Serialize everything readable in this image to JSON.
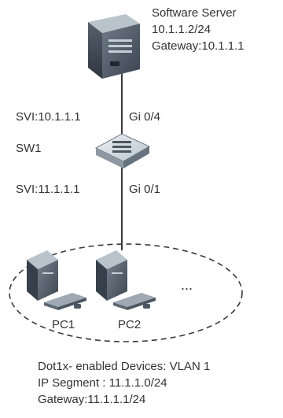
{
  "server": {
    "name": "Software Server",
    "ip": "10.1.1.2/24",
    "gateway": "Gateway:10.1.1.1"
  },
  "switch": {
    "name": "SW1",
    "upper_svi": "SVI:10.1.1.1",
    "upper_port": "Gi 0/4",
    "lower_svi": "SVI:11.1.1.1",
    "lower_port": "Gi 0/1"
  },
  "clients": {
    "pc1": "PC1",
    "pc2": "PC2",
    "more": "..."
  },
  "segment": {
    "devices": "Dot1x- enabled Devices: VLAN 1",
    "ip_segment": "IP Segment : 11.1.1.0/24",
    "gateway": "Gateway:11.1.1.1/24"
  },
  "colors": {
    "device_dark": "#3f4a54",
    "device_mid": "#7c8994",
    "device_light": "#c7d0d8",
    "line": "#3a3a3a"
  }
}
